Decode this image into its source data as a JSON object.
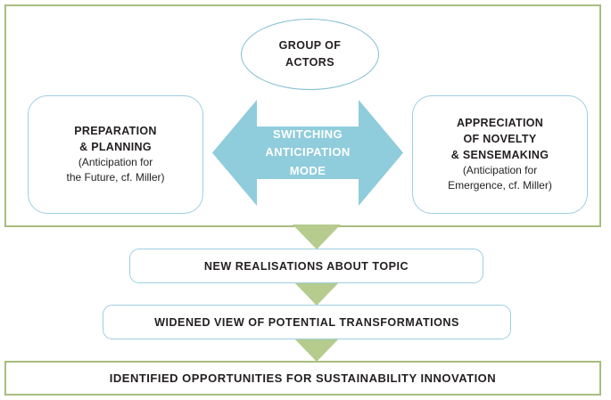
{
  "diagram": {
    "title": "Switching Anticipation Mode framework",
    "colors": {
      "frame_green": "#a8bd7e",
      "arrow_green": "#b5cc8e",
      "box_blue_border": "#9ecfe0",
      "ellipse_border": "#7fbdd0",
      "center_arrow_fill": "#8fccdc",
      "text_dark": "#231f20",
      "center_arrow_text": "#ffffff"
    },
    "top_node": {
      "shape": "ellipse",
      "lines": [
        "GROUP OF",
        "ACTORS"
      ]
    },
    "left_node": {
      "shape": "rounded-rect",
      "heading_lines": [
        "PREPARATION",
        "& PLANNING"
      ],
      "subtitle_lines": [
        "(Anticipation for",
        "the Future, cf. Miller)"
      ]
    },
    "center_node": {
      "shape": "double-headed-arrow",
      "lines": [
        "SWITCHING",
        "ANTICIPATION",
        "MODE"
      ]
    },
    "right_node": {
      "shape": "rounded-rect",
      "heading_lines": [
        "APPRECIATION",
        "OF NOVELTY",
        "& SENSEMAKING"
      ],
      "subtitle_lines": [
        "(Anticipation for",
        "Emergence, cf. Miller)"
      ]
    },
    "flow_steps": [
      {
        "label": "NEW REALISATIONS ABOUT TOPIC"
      },
      {
        "label": "WIDENED VIEW OF POTENTIAL TRANSFORMATIONS"
      }
    ],
    "outcome": {
      "label": "IDENTIFIED OPPORTUNITIES FOR SUSTAINABILITY INNOVATION"
    },
    "connectors": [
      {
        "name": "arrow-down-1",
        "direction": "down"
      },
      {
        "name": "arrow-down-2",
        "direction": "down"
      },
      {
        "name": "arrow-down-3",
        "direction": "down"
      }
    ]
  }
}
